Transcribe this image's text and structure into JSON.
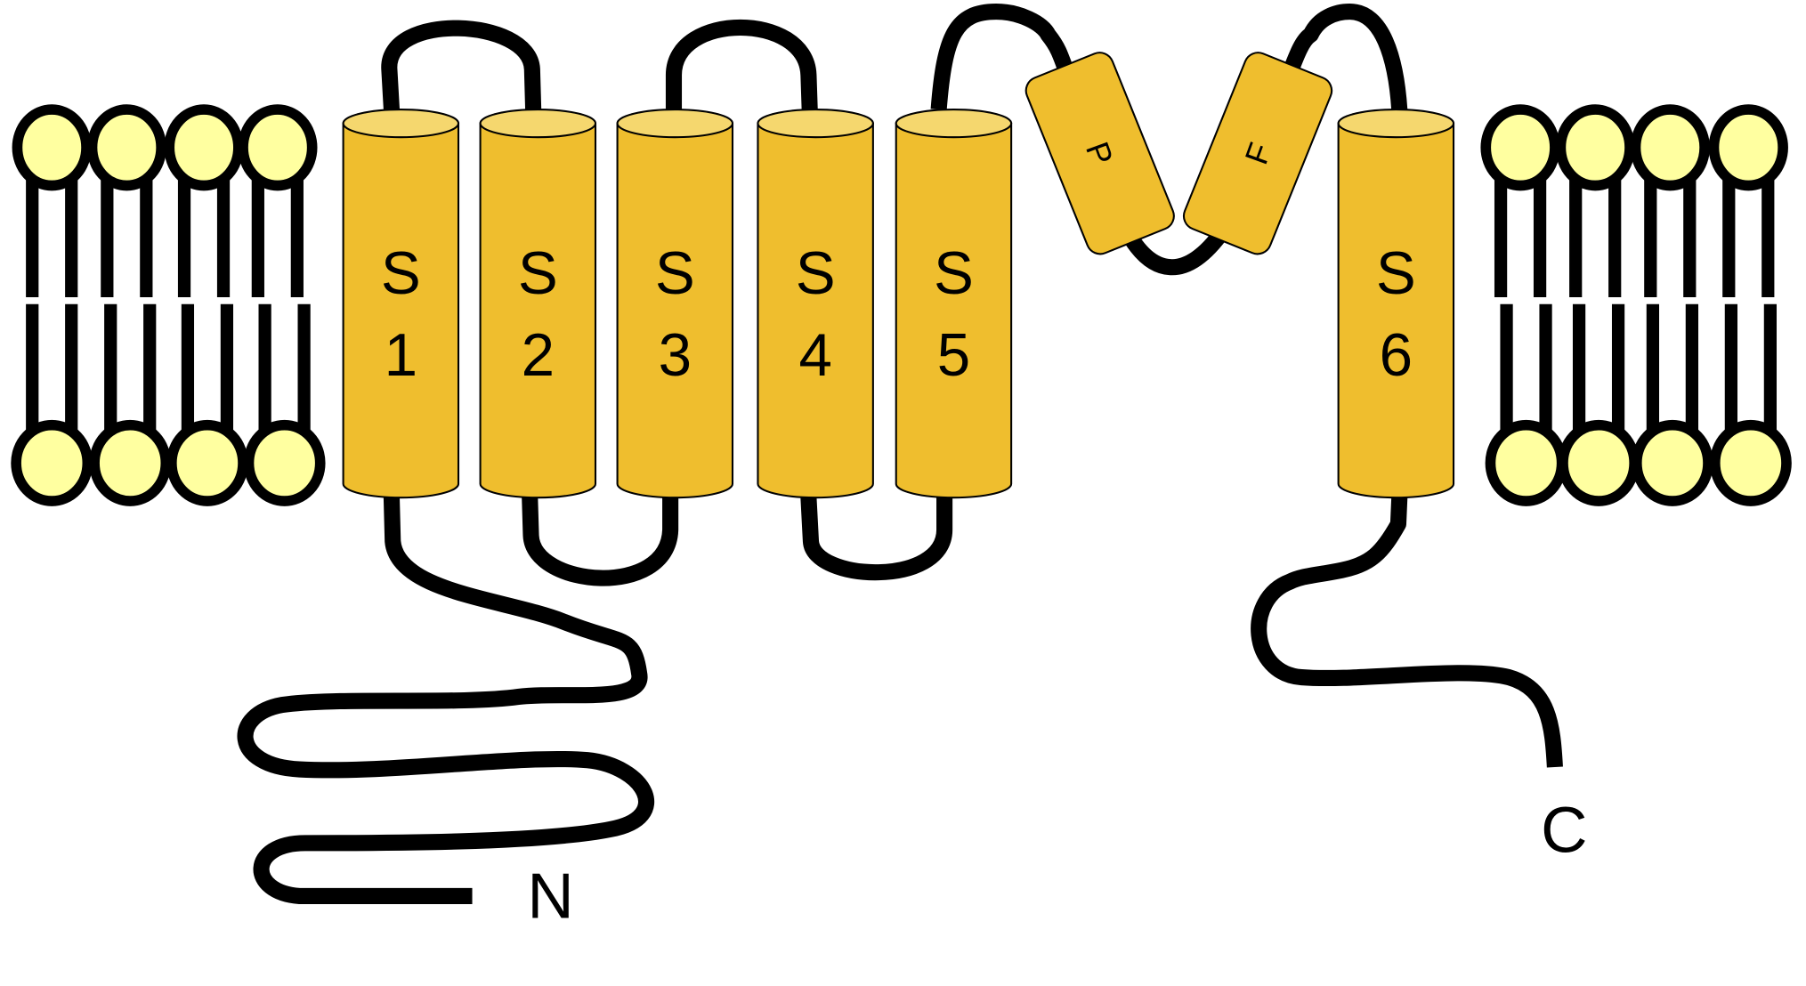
{
  "title": "Voltage-gated channel subunit topology",
  "segments": [
    {
      "s": "S",
      "n": "1"
    },
    {
      "s": "S",
      "n": "2"
    },
    {
      "s": "S",
      "n": "3"
    },
    {
      "s": "S",
      "n": "4"
    },
    {
      "s": "S",
      "n": "5"
    },
    {
      "s": "S",
      "n": "6"
    }
  ],
  "pore_labels": {
    "p": "P",
    "f": "F"
  },
  "termini": {
    "n": "N",
    "c": "C"
  },
  "colors": {
    "helix": "#EFBE2E",
    "helix_top": "#F5D76E",
    "lipid_head": "#FFFFA0",
    "chain": "#000000"
  }
}
